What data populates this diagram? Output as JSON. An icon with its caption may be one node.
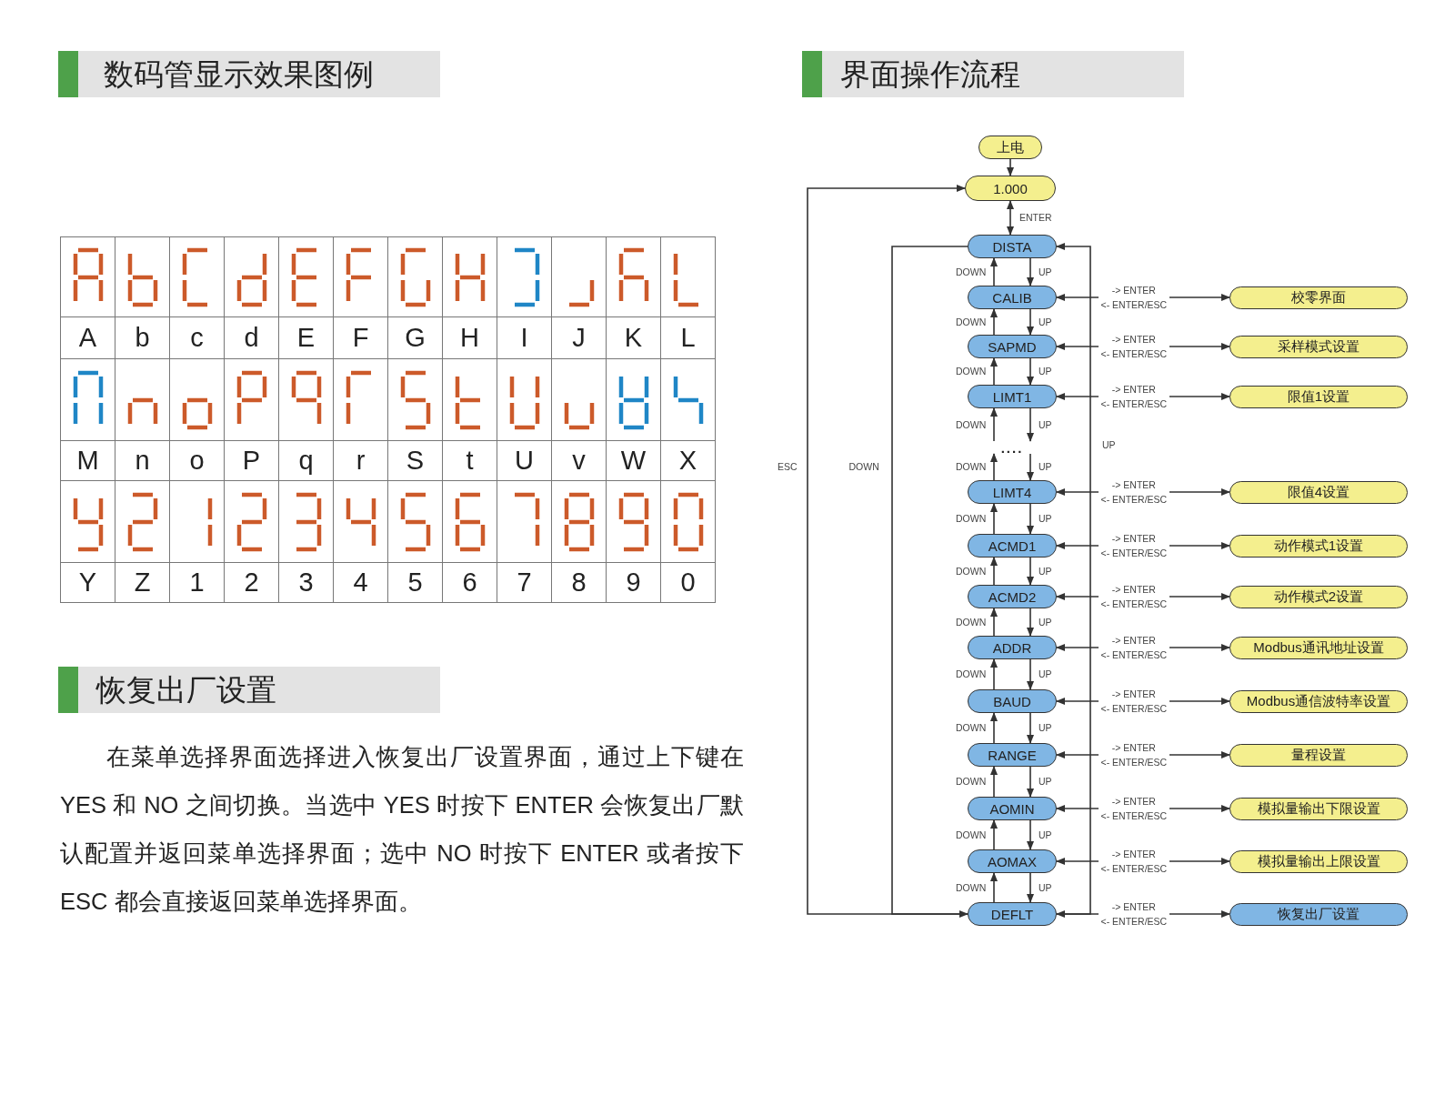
{
  "diagram": {
    "nodes": [
      {
        "text": [
          "上电"
        ]
      },
      {
        "text": [
          "1.000"
        ]
      },
      {
        "text": [
          "DISTA"
        ]
      },
      {
        "text": [
          "CALIB"
        ]
      },
      {
        "text": [
          "SAPMD"
        ]
      },
      {
        "text": [
          "LIMT1"
        ]
      },
      {
        "text": [
          "...."
        ]
      },
      {
        "text": [
          "LIMT4"
        ]
      },
      {
        "text": [
          "ACMD1"
        ]
      },
      {
        "text": [
          "ACMD2"
        ]
      },
      {
        "text": [
          "ADDR"
        ]
      },
      {
        "text": [
          "BAUD"
        ]
      },
      {
        "text": [
          "RANGE"
        ]
      },
      {
        "text": [
          "AOMIN"
        ]
      },
      {
        "text": [
          "AOMAX"
        ]
      },
      {
        "text": [
          "DEFLT"
        ]
      },
      {
        "text": [
          "校零界面"
        ]
      },
      {
        "text": [
          "采样模式设置"
        ]
      },
      {
        "text": [
          "限值1设置"
        ]
      },
      {
        "text": [
          "限值4设置"
        ]
      },
      {
        "text": [
          "动作模式1设置"
        ]
      },
      {
        "text": [
          "动作模式2设置"
        ]
      },
      {
        "text": [
          "Modbus通讯地址设置"
        ]
      },
      {
        "text": [
          "Modbus通信波特率设置"
        ]
      },
      {
        "text": [
          "量程设置"
        ]
      },
      {
        "text": [
          "模拟量输出下限设置"
        ]
      },
      {
        "text": [
          "模拟量输出上限设置"
        ]
      },
      {
        "text": [
          "恢复出厂设置"
        ]
      }
    ],
    "edges": [
      {
        "from": 0,
        "to": 1,
        "arrow": "to"
      },
      {
        "from": 1,
        "to": 2,
        "arrow": "both",
        "label": "ENTER"
      },
      {
        "from": 3,
        "to": 2,
        "arrow": "to",
        "label": "DOWN"
      },
      {
        "from": 2,
        "to": 3,
        "arrow": "to",
        "label": "UP"
      },
      {
        "from": 4,
        "to": 3,
        "arrow": "to",
        "label": "DOWN"
      },
      {
        "from": 3,
        "to": 4,
        "arrow": "to",
        "label": "UP"
      },
      {
        "from": 5,
        "to": 4,
        "arrow": "to",
        "label": "DOWN"
      },
      {
        "from": 4,
        "to": 5,
        "arrow": "to",
        "label": "UP"
      },
      {
        "from": 6,
        "to": 5,
        "arrow": "to",
        "label": "DOWN"
      },
      {
        "from": 5,
        "to": 6,
        "arrow": "to",
        "label": "UP"
      },
      {
        "from": 7,
        "to": 6,
        "arrow": "to",
        "label": "DOWN"
      },
      {
        "from": 6,
        "to": 7,
        "arrow": "to",
        "label": "UP"
      },
      {
        "from": 8,
        "to": 7,
        "arrow": "to",
        "label": "DOWN"
      },
      {
        "from": 7,
        "to": 8,
        "arrow": "to",
        "label": "UP"
      },
      {
        "from": 9,
        "to": 8,
        "arrow": "to",
        "label": "DOWN"
      },
      {
        "from": 8,
        "to": 9,
        "arrow": "to",
        "label": "UP"
      },
      {
        "from": 10,
        "to": 9,
        "arrow": "to",
        "label": "DOWN"
      },
      {
        "from": 9,
        "to": 10,
        "arrow": "to",
        "label": "UP"
      },
      {
        "from": 11,
        "to": 10,
        "arrow": "to",
        "label": "DOWN"
      },
      {
        "from": 10,
        "to": 11,
        "arrow": "to",
        "label": "UP"
      },
      {
        "from": 12,
        "to": 11,
        "arrow": "to",
        "label": "DOWN"
      },
      {
        "from": 11,
        "to": 12,
        "arrow": "to",
        "label": "UP"
      },
      {
        "from": 13,
        "to": 12,
        "arrow": "to",
        "label": "DOWN"
      },
      {
        "from": 12,
        "to": 13,
        "arrow": "to",
        "label": "UP"
      },
      {
        "from": 14,
        "to": 13,
        "arrow": "to",
        "label": "DOWN"
      },
      {
        "from": 13,
        "to": 14,
        "arrow": "to",
        "label": "UP"
      },
      {
        "from": 15,
        "to": 14,
        "arrow": "to",
        "label": "DOWN"
      },
      {
        "from": 14,
        "to": 15,
        "arrow": "to",
        "label": "UP"
      },
      {
        "from": 3,
        "to": 16,
        "arrow": "both",
        "label": "-> ENTER <- ENTER/ESC"
      },
      {
        "from": 4,
        "to": 17,
        "arrow": "both",
        "label": "-> ENTER <- ENTER/ESC"
      },
      {
        "from": 5,
        "to": 18,
        "arrow": "both",
        "label": "-> ENTER <- ENTER/ESC"
      },
      {
        "from": 7,
        "to": 19,
        "arrow": "both",
        "label": "-> ENTER <- ENTER/ESC"
      },
      {
        "from": 8,
        "to": 20,
        "arrow": "both",
        "label": "-> ENTER <- ENTER/ESC"
      },
      {
        "from": 9,
        "to": 21,
        "arrow": "both",
        "label": "-> ENTER <- ENTER/ESC"
      },
      {
        "from": 10,
        "to": 22,
        "arrow": "both",
        "label": "-> ENTER <- ENTER/ESC"
      },
      {
        "from": 11,
        "to": 23,
        "arrow": "both",
        "label": "-> ENTER <- ENTER/ESC"
      },
      {
        "from": 12,
        "to": 24,
        "arrow": "both",
        "label": "-> ENTER <- ENTER/ESC"
      },
      {
        "from": 13,
        "to": 25,
        "arrow": "both",
        "label": "-> ENTER <- ENTER/ESC"
      },
      {
        "from": 14,
        "to": 26,
        "arrow": "both",
        "label": "-> ENTER <- ENTER/ESC"
      },
      {
        "from": 15,
        "to": 27,
        "arrow": "both",
        "label": "-> ENTER <- ENTER/ESC"
      },
      {
        "from": 15,
        "to": 1,
        "arrow": "to",
        "label": "ESC"
      },
      {
        "from": 2,
        "to": 15,
        "arrow": "to",
        "label": "DOWN"
      },
      {
        "from": 15,
        "to": 2,
        "arrow": "to",
        "label": "UP"
      }
    ],
    "labels": [
      "数码管显示效果图例",
      "界面操作流程",
      "A",
      "b",
      "c",
      "d",
      "E",
      "F",
      "G",
      "H",
      "I",
      "J",
      "K",
      "L",
      "M",
      "n",
      "o",
      "P",
      "q",
      "r",
      "S",
      "t",
      "U",
      "v",
      "W",
      "X",
      "Y",
      "Z",
      "1",
      "2",
      "3",
      "4",
      "5",
      "6",
      "7",
      "8",
      "9",
      "0",
      "恢复出厂设置",
      "在菜单选择界面选择进入恢复出厂设置界面，通过上下键在 YES 和 NO 之间切换。当选中 YES 时按下 ENTER 会恢复出厂默认配置并返回菜单选择界面；选中 NO 时按下 ENTER 或者按下 ESC 都会直接返回菜单选择界面。"
    ]
  }
}
